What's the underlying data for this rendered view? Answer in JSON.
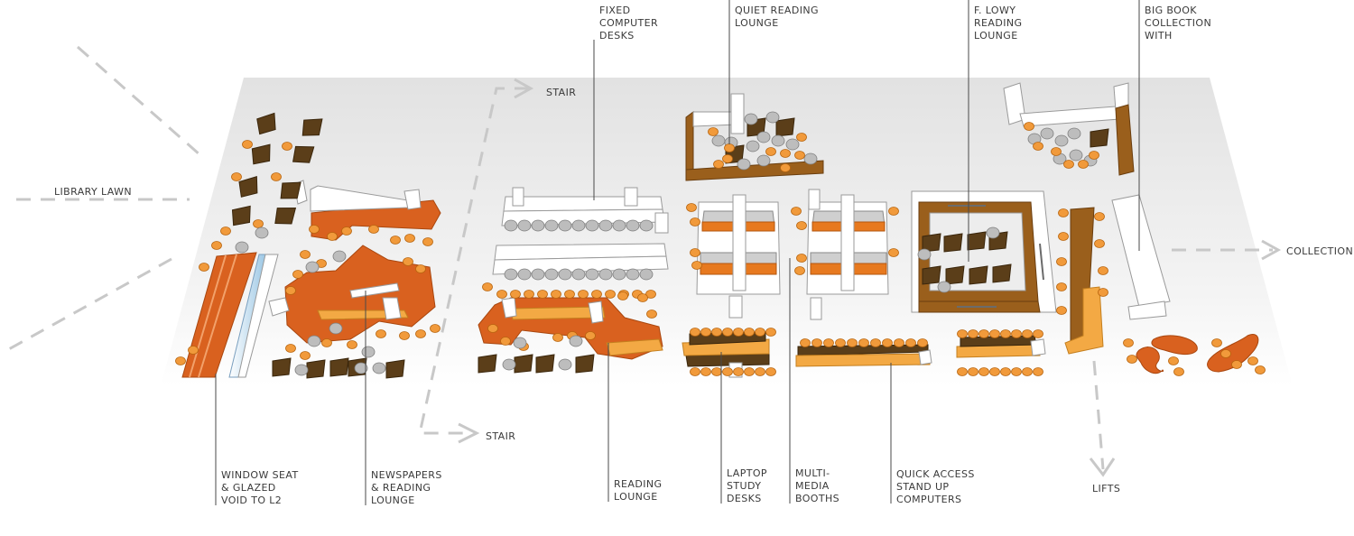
{
  "labels": {
    "fixed_computer_desks": [
      "FIXED",
      "COMPUTER",
      "DESKS"
    ],
    "quiet_reading_lounge": [
      "QUIET READING",
      "LOUNGE"
    ],
    "f_lowy_reading_lounge": [
      "F. LOWY",
      "READING",
      "LOUNGE"
    ],
    "big_book_collection": [
      "BIG BOOK",
      "COLLECTION",
      "WITH"
    ],
    "stair_top": [
      "STAIR"
    ],
    "stair_bottom": [
      "STAIR"
    ],
    "library_lawn": [
      "LIBRARY LAWN"
    ],
    "collection": [
      "COLLECTION"
    ],
    "lifts": [
      "LIFTS"
    ],
    "window_seat": [
      "WINDOW SEAT",
      "& GLAZED",
      "VOID TO L2"
    ],
    "newspapers": [
      "NEWSPAPERS",
      "& READING",
      "LOUNGE"
    ],
    "reading_lounge": [
      "READING",
      "LOUNGE"
    ],
    "laptop_study_desks": [
      "LAPTOP",
      "STUDY",
      "DESKS"
    ],
    "multi_media_booths": [
      "MULTI-",
      "MEDIA",
      "BOOTHS"
    ],
    "quick_access": [
      "QUICK ACCESS",
      "STAND UP",
      "COMPUTERS"
    ]
  },
  "colors": {
    "floor": "#ececec",
    "orange": "#d9611f",
    "amber": "#f3a944",
    "brown": "#9a5f1c",
    "dark_chair": "#5b3e19",
    "stool_orange": "#f19a3b",
    "stool_grey": "#bdbdbd",
    "leader": "#4a4a4a",
    "dashed_path": "#c8c8c8"
  }
}
